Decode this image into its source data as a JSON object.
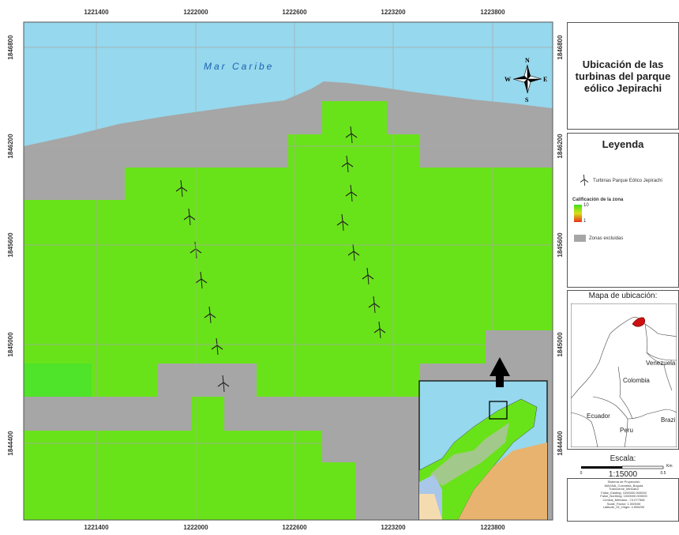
{
  "map": {
    "sea_label": "Mar Caribe",
    "compass": {
      "n": "N",
      "s": "S",
      "e": "E",
      "w": "W"
    },
    "top_ticks": [
      "1221400",
      "1222000",
      "1222600",
      "1223200",
      "1223800"
    ],
    "bottom_ticks": [
      "1221400",
      "1222000",
      "1222600",
      "1223200",
      "1223800"
    ],
    "left_ticks": [
      "1846800",
      "1846200",
      "1845600",
      "1845000",
      "1844400"
    ],
    "right_ticks": [
      "1846800",
      "1846200",
      "1845600",
      "1845000",
      "1844400"
    ],
    "colors": {
      "sea": "#96d8ed",
      "excluded": "#a6a6a6",
      "suitable": "#69e319",
      "inset_land": "#e8b36e"
    }
  },
  "title": "Ubicación de las turbinas del parque eólico Jepirachi",
  "legend": {
    "title": "Leyenda",
    "turbines": "Turbinas Parque Eólico Jepirachi",
    "rating_title": "Calificación de la zona",
    "rating_max": "10",
    "rating_min": "1",
    "excluded": "Zonas excluidas"
  },
  "location_map": {
    "title": "Mapa de ubicación:",
    "labels": {
      "venezuela": "Venezuela",
      "colombia": "Colombia",
      "ecuador": "Ecuador",
      "peru": "Peru",
      "brazil": "Brazi"
    }
  },
  "scale": {
    "title": "Escala:",
    "ratio": "1:15000",
    "unit": "Km",
    "label_zero": "0",
    "label_half": "0.5"
  },
  "projection": {
    "lines": [
      "Sistema de Proyección",
      "MAGNA_Colombia_Bogota",
      "Transverse_Mercator",
      "False_Easting: 1000000.000000",
      "False_Northing: 1000000.000000",
      "Central_Meridian: -74.077508",
      "Scale_Factor: 1.000000",
      "Latitude_Of_Origin: 4.596200"
    ]
  }
}
